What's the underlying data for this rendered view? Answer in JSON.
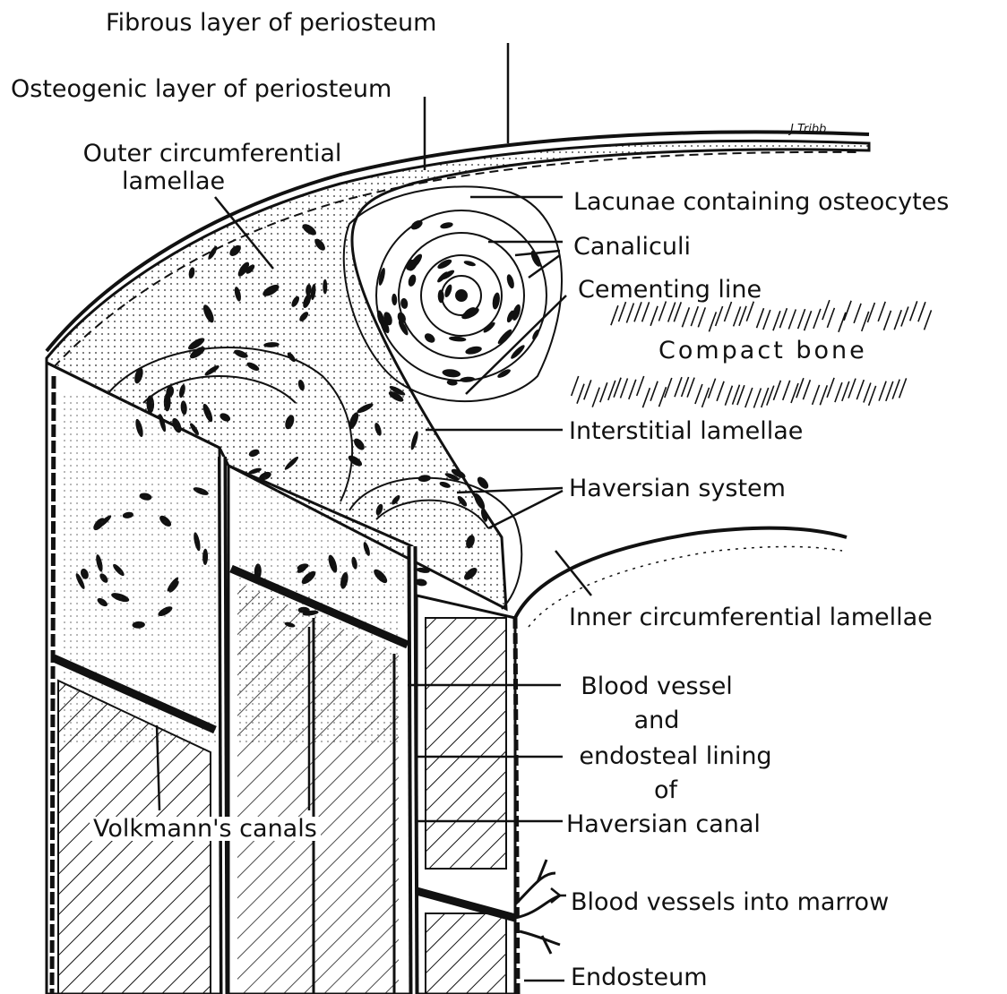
{
  "diagram": {
    "labels": {
      "fibrous_periosteum": "Fibrous layer of periosteum",
      "osteogenic_periosteum": "Osteogenic layer of periosteum",
      "outer_circumferential_1": "Outer circumferential",
      "outer_circumferential_2": "lamellae",
      "lacunae": "Lacunae containing osteocytes",
      "canaliculi": "Canaliculi",
      "cementing_line": "Cementing line",
      "compact_bone": "Compact bone",
      "interstitial_lamellae": "Interstitial lamellae",
      "haversian_system": "Haversian system",
      "inner_circumferential": "Inner circumferential lamellae",
      "blood_vessel_1": "Blood vessel",
      "blood_vessel_2": "and",
      "blood_vessel_3": "endosteal lining",
      "blood_vessel_4": "of",
      "haversian_canal": "Haversian canal",
      "volkmanns_canals": "Volkmann's canals",
      "blood_vessels_marrow": "Blood vessels into marrow",
      "endosteum": "Endosteum"
    },
    "signature": "J.Tribb",
    "colors": {
      "ink": "#111111",
      "paper": "#ffffff"
    }
  }
}
